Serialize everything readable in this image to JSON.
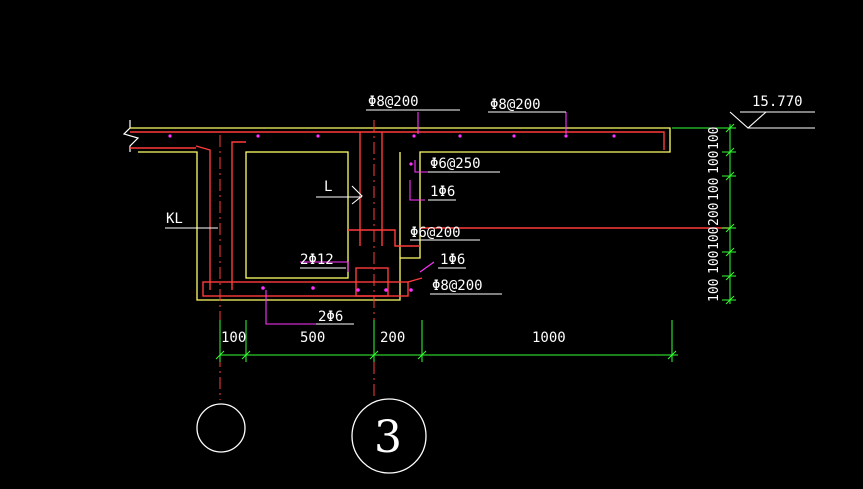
{
  "labels": {
    "top_bar_1": "Φ8@200",
    "top_bar_2": "Φ8@200",
    "elevation": "15.770",
    "stirrup_1": "Φ6@250",
    "bar_1phi6_a": "1Φ6",
    "beam_L": "L",
    "beam_KL": "KL",
    "stirrup_2": "Φ6@200",
    "bar_2phi12": "2Φ12",
    "bar_1phi6_b": "1Φ6",
    "bottom_bar": "Φ8@200",
    "bar_2phi6": "2Φ6",
    "detail_number": "3"
  },
  "dims_h": [
    "100",
    "500",
    "200",
    "1000"
  ],
  "dims_v": [
    "100",
    "100",
    "100",
    "200",
    "100",
    "100",
    "100"
  ],
  "colors": {
    "outline": "#ffff66",
    "rebar": "#ff3b3b",
    "leader": "#ff33ff",
    "dimension": "#33ff33",
    "text": "#ffffff",
    "axis": "#ff3b3b"
  }
}
